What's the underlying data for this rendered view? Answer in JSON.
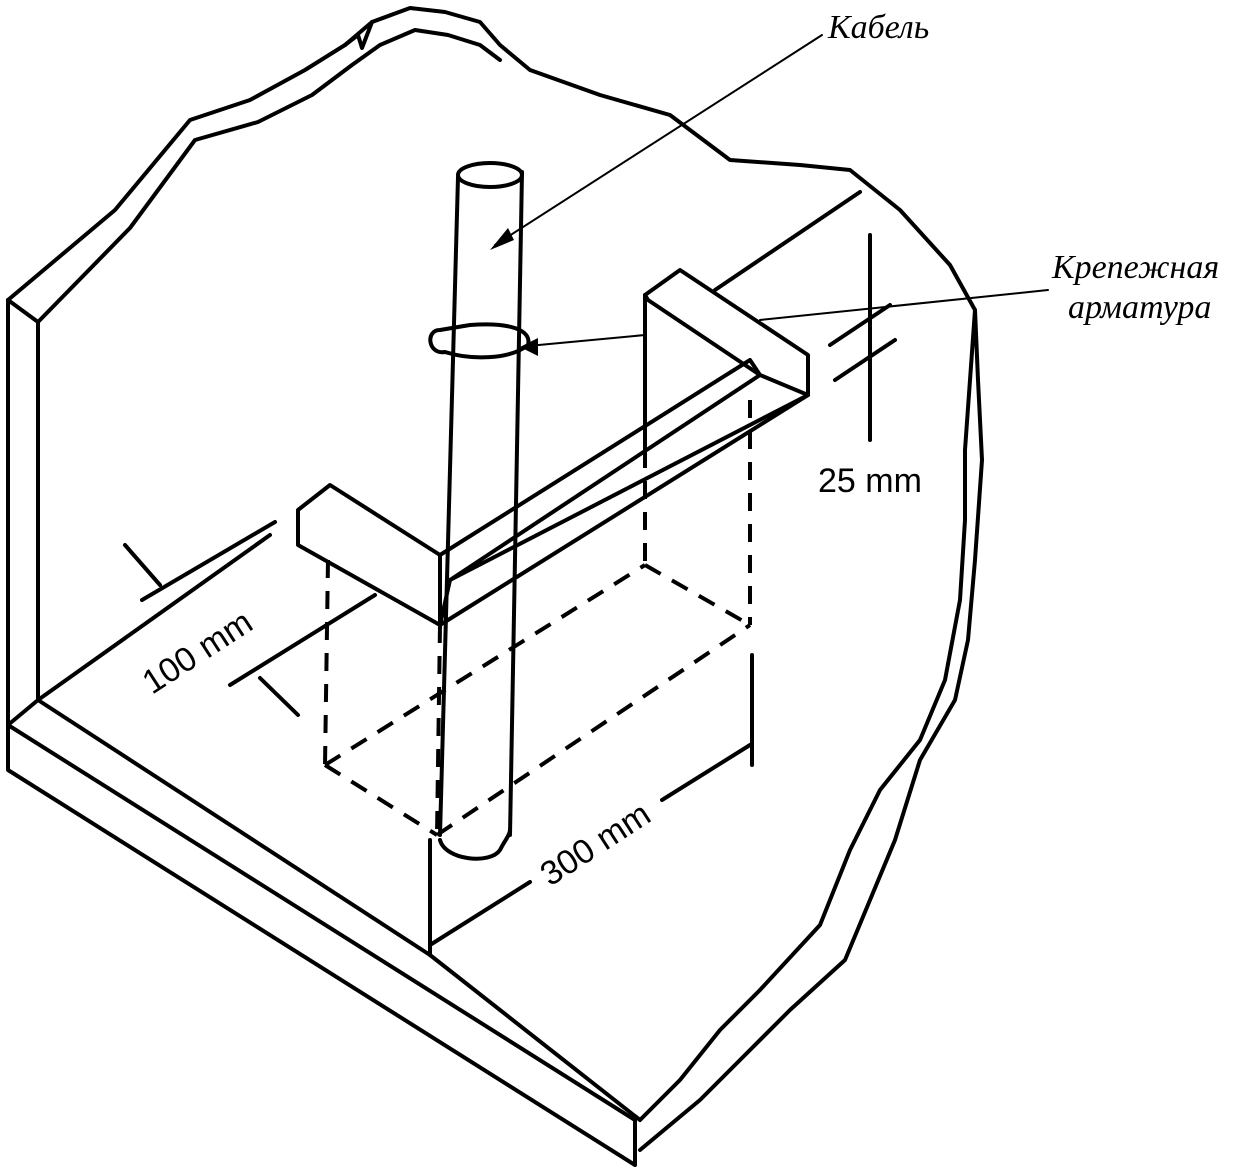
{
  "labels": {
    "cable": "Кабель",
    "fixture_line1": "Крепежная",
    "fixture_line2": "арматура",
    "dim_25": "25 mm",
    "dim_100": "100 mm",
    "dim_300": "300 mm"
  },
  "colors": {
    "stroke": "#000000",
    "background": "#ffffff"
  }
}
